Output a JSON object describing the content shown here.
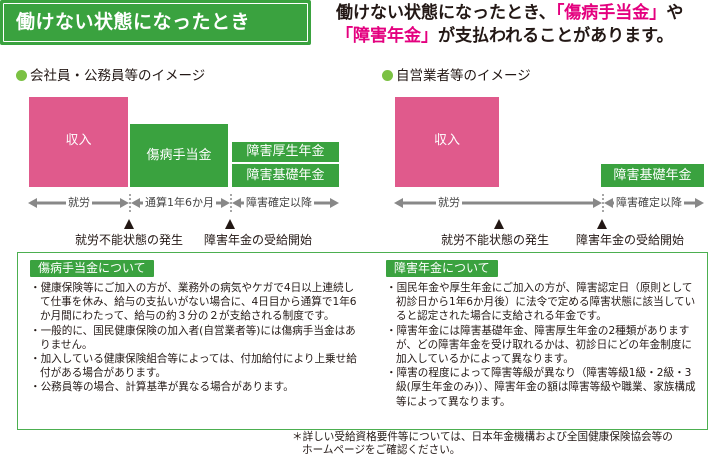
{
  "header": {
    "badge": "働けない状態になったとき",
    "headline_line1_part1": "働けない状態になったとき、",
    "headline_line1_red": "「傷病手当金」",
    "headline_line1_part2": "や",
    "headline_line2_red": "「障害年金」",
    "headline_line2_part2": "が支払われることがあります。"
  },
  "left": {
    "title": "会社員・公務員等のイメージ",
    "income": "収入",
    "sickness": "傷病手当金",
    "pension1": "障害厚生年金",
    "pension2": "障害基礎年金",
    "seg_work": "就労",
    "seg_period": "通算1年6か月",
    "seg_after": "障害確定以降",
    "event1": "就労不能状態の発生",
    "event2": "障害年金の受給開始"
  },
  "right": {
    "title": "自営業者等のイメージ",
    "income": "収入",
    "pension": "障害基礎年金",
    "seg_work": "就労",
    "seg_after": "障害確定以降",
    "event1": "就労不能状態の発生",
    "event2": "障害年金の受給開始"
  },
  "info_left": {
    "tag": "傷病手当金について",
    "bullets": [
      "・健康保険等にご加入の方が、業務外の病気やケガで4日以上連続して仕事を休み、給与の支払いがない場合に、4日目から通算で1年6か月間にわたって、給与の約３分の２が支給される制度です。",
      "・一般的に、国民健康保険の加入者(自営業者等)には傷病手当金はありません。",
      "・加入している健康保険組合等によっては、付加給付により上乗せ給付がある場合があります。",
      "・公務員等の場合、計算基準が異なる場合があります。"
    ]
  },
  "info_right": {
    "tag": "障害年金について",
    "bullets": [
      "・国民年金や厚生年金にご加入の方が、障害認定日（原則として初診日から1年6か月後）に法令で定める障害状態に該当していると認定された場合に支給される年金です。",
      "・障害年金には障害基礎年金、障害厚生年金の2種類がありますが、どの障害年金を受け取れるかは、初診日にどの年金制度に加入しているかによって異なります。",
      "・障害の程度によって障害等級が異なり（障害等級1級・2級・3級(厚生年金のみ)）、障害年金の額は障害等級や職業、家族構成等によって異なります。"
    ]
  },
  "footnote": {
    "line1": "＊詳しい受給資格要件等については、日本年金機構および全国健康保険協会等の",
    "line2": "ホームページをご確認ください。"
  },
  "colors": {
    "green": "#3aa23f",
    "pink": "#e05a8c",
    "red": "#e4007f",
    "dot": "#7bc143"
  }
}
